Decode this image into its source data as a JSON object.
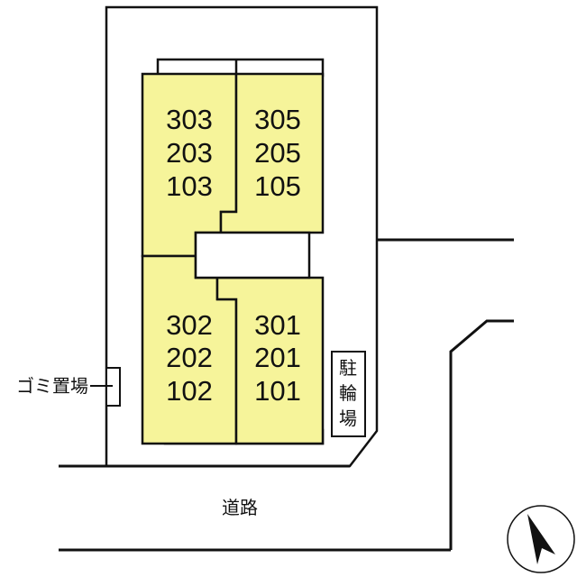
{
  "colors": {
    "building_fill": "#f6f49a",
    "line": "#111111",
    "background": "#ffffff"
  },
  "units": {
    "top_left": [
      "303",
      "203",
      "103"
    ],
    "top_right": [
      "305",
      "205",
      "105"
    ],
    "bottom_left": [
      "302",
      "202",
      "102"
    ],
    "bottom_right": [
      "301",
      "201",
      "101"
    ]
  },
  "labels": {
    "garbage": "ゴミ置場",
    "bicycle": [
      "駐",
      "輪",
      "場"
    ],
    "road": "道路"
  },
  "icons": {
    "compass": "north-arrow-icon"
  }
}
